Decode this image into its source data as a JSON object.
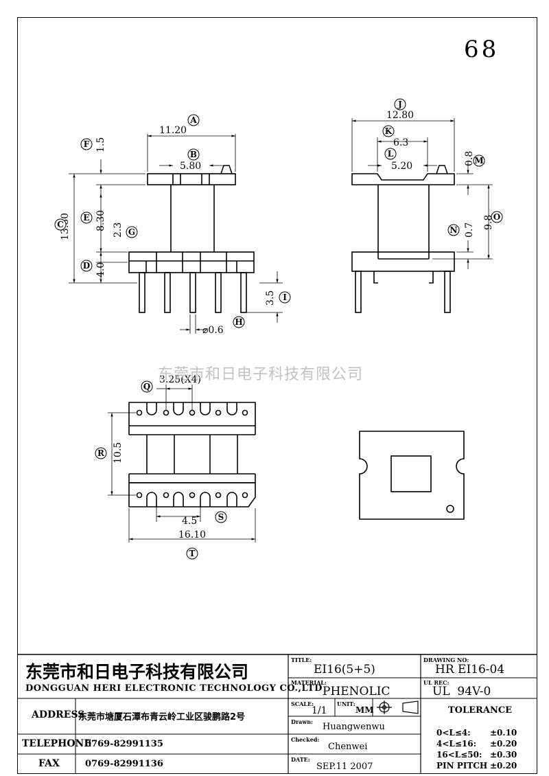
{
  "page_number": "68",
  "watermark": "东莞市和日电子科技有限公司",
  "dims": {
    "A": "A",
    "A_val": "11.20",
    "B": "B",
    "B_val": "5.80",
    "C": "C",
    "C_val": "13.80",
    "D": "D",
    "D_val": "4.0",
    "E": "E",
    "E_val": "8.30",
    "F": "F",
    "F_val": "1.5",
    "G": "G",
    "G_val": "2.3",
    "H": "H",
    "H_val": "⌀0.6",
    "I": "I",
    "I_val": "3.5",
    "J": "J",
    "J_val": "12.80",
    "K": "K",
    "K_val": "6.3",
    "L": "L",
    "L_val": "5.20",
    "M": "M",
    "M_val": "0.8",
    "N": "N",
    "N_val": "0.7",
    "O": "O",
    "O_val": "9.8",
    "Q": "Q",
    "Q_val": "3.25(X4)",
    "R": "R",
    "R_val": "10.5",
    "S": "S",
    "S_val": "4.5",
    "T": "T",
    "T_val": "16.10"
  },
  "title_block": {
    "company_cn": "东莞市和日电子科技有限公司",
    "company_en": "DONGGUAN HERI ELECTRONIC TECHNOLOGY CO.,LTD",
    "address_label": "ADDRESS",
    "address_value": "东莞市塘厦石潭布青云岭工业区骏鹏路2号",
    "telephone_label": "TELEPHONE",
    "telephone_value": "0769-82991135",
    "fax_label": "FAX",
    "fax_value": "0769-82991136",
    "title_label": "TITLE:",
    "title_value": "EI16(5+5)",
    "material_label": "MATERIAL:",
    "material_value": "PHENOLIC",
    "scale_label": "SCALE:",
    "scale_value": "1/1",
    "unit_label": "UNIT:",
    "unit_value": "MM",
    "drawn_label": "Drawn:",
    "drawn_value": "Huangwenwu",
    "checked_label": "Checked:",
    "checked_value": "Chenwei",
    "date_label": "DATE:",
    "date_value": "SEP.11 2007",
    "drawing_no_label": "DRAWING NO:",
    "drawing_no_value": "HR EI16-04",
    "ul_rec_label": "UL REC:",
    "ul_rec_value": "UL  94V-0",
    "tolerance_label": "TOLERANCE",
    "tolerance_rows": [
      {
        "range": "0<L≤4:",
        "value": "±0.10"
      },
      {
        "range": "4<L≤16:",
        "value": "±0.20"
      },
      {
        "range": "16<L≤50:",
        "value": "±0.30"
      },
      {
        "range": "PIN PITCH",
        "value": "±0.20"
      }
    ]
  }
}
